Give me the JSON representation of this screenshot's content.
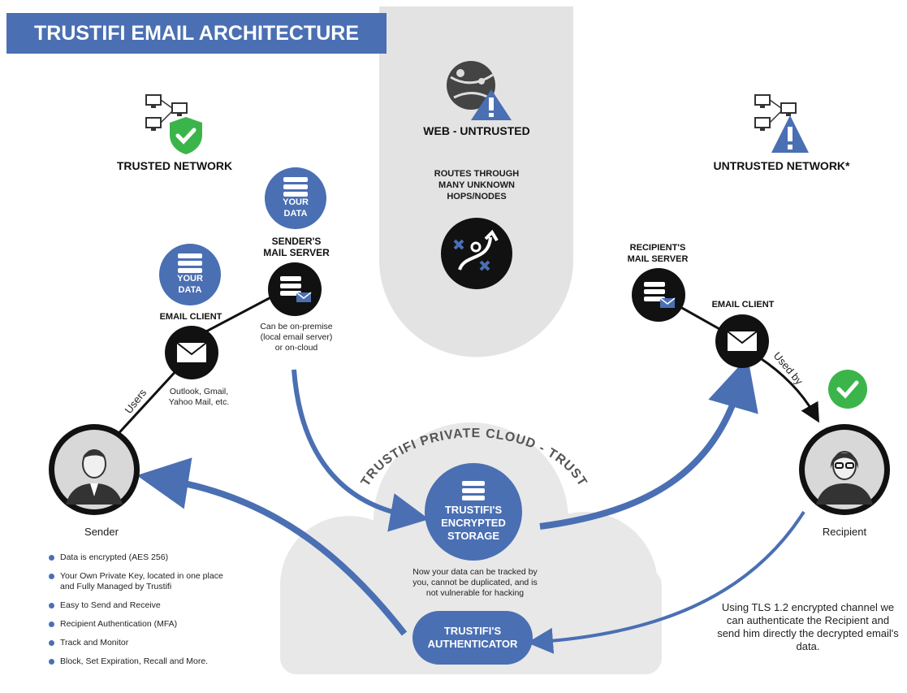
{
  "title": "TRUSTIFI EMAIL ARCHITECTURE",
  "trusted_network": {
    "label": "TRUSTED NETWORK"
  },
  "web": {
    "label": "WEB - UNTRUSTED",
    "routes": [
      "ROUTES THROUGH",
      "MANY UNKNOWN",
      "HOPS/NODES"
    ]
  },
  "untrusted_network": {
    "label": "UNTRUSTED NETWORK*"
  },
  "your_data_1": [
    "YOUR",
    "DATA"
  ],
  "your_data_2": [
    "YOUR",
    "DATA"
  ],
  "sender_server": {
    "label": [
      "SENDER'S",
      "MAIL SERVER"
    ],
    "note": [
      "Can be on-premise",
      "(local email server)",
      "or on-cloud"
    ]
  },
  "email_client": {
    "label": "EMAIL CLIENT",
    "note": [
      "Outlook, Gmail,",
      "Yahoo Mail, etc."
    ]
  },
  "recipient_server": {
    "label": [
      "RECIPIENT'S",
      "MAIL SERVER"
    ]
  },
  "recipient_client": {
    "label": "EMAIL CLIENT"
  },
  "users_label": "Users",
  "used_by_label": "Used by",
  "sender": {
    "label": "Sender"
  },
  "recipient": {
    "label": "Recipient"
  },
  "cloud": {
    "label": "TRUSTIFI PRIVATE CLOUD - TRUSTED"
  },
  "storage": {
    "label": [
      "TRUSTIFI'S",
      "ENCRYPTED",
      "STORAGE"
    ],
    "note": [
      "Now your data can be tracked by",
      "you, cannot be duplicated, and is",
      "not vulnerable for hacking"
    ]
  },
  "authenticator": {
    "label": [
      "TRUSTIFI'S",
      "AUTHENTICATOR"
    ]
  },
  "bullets": [
    "Data is encrypted (AES 256)",
    "Your Own Private Key, located in one place and Fully Managed by Trustifi",
    "Easy to Send and Receive",
    "Recipient Authentication (MFA)",
    "Track and Monitor",
    "Block, Set Expiration, Recall and More."
  ],
  "tls_note": "Using TLS 1.2 encrypted channel we can authenticate the Recipient and send him directly the decrypted email's data.",
  "colors": {
    "accent": "#4a6fb3",
    "green": "#3bb54a",
    "grey": "#e3e3e3",
    "dark": "#111111"
  },
  "icons": [
    "network-icon",
    "shield-check-icon",
    "globe-warning-icon",
    "route-icon",
    "database-icon",
    "mail-server-icon",
    "envelope-icon",
    "checkmark-icon",
    "user-icon"
  ]
}
